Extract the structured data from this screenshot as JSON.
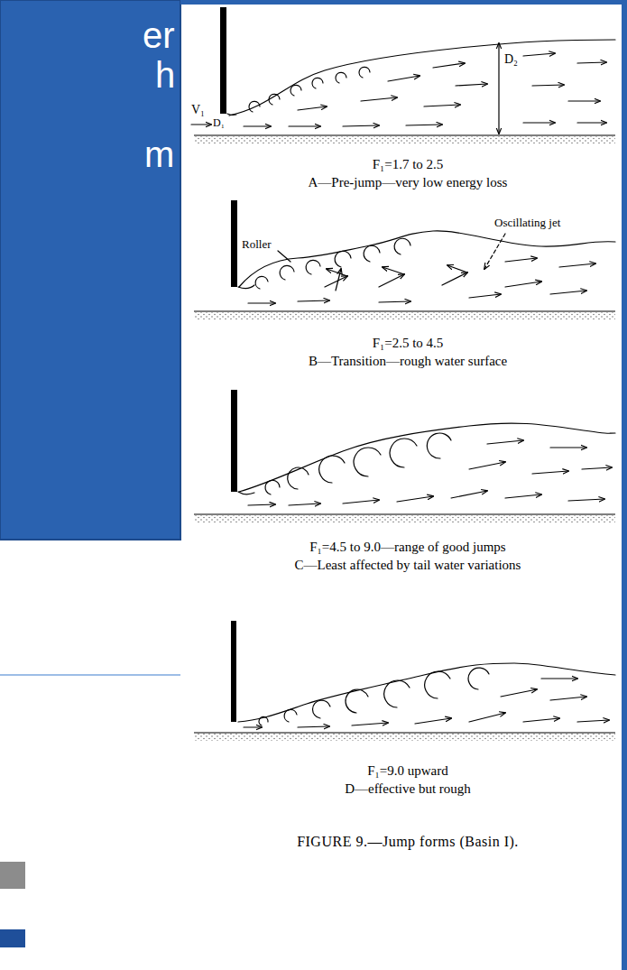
{
  "diagram": {
    "caption": "FIGURE 9.—Jump forms (Basin I).",
    "labels": [
      "er",
      "h",
      "m",
      "V₁",
      "D₁",
      "D₂",
      "F₁=1.7 to 2.5",
      "A—Pre-jump—very low energy loss",
      "Roller",
      "Oscillating jet",
      "F₁=2.5 to 4.5",
      "B—Transition—rough water surface",
      "F₁=4.5 to 9.0—range of good jumps",
      "C—Least affected by tail water variations",
      "F₁=9.0 upward",
      "D—effective but rough"
    ]
  }
}
